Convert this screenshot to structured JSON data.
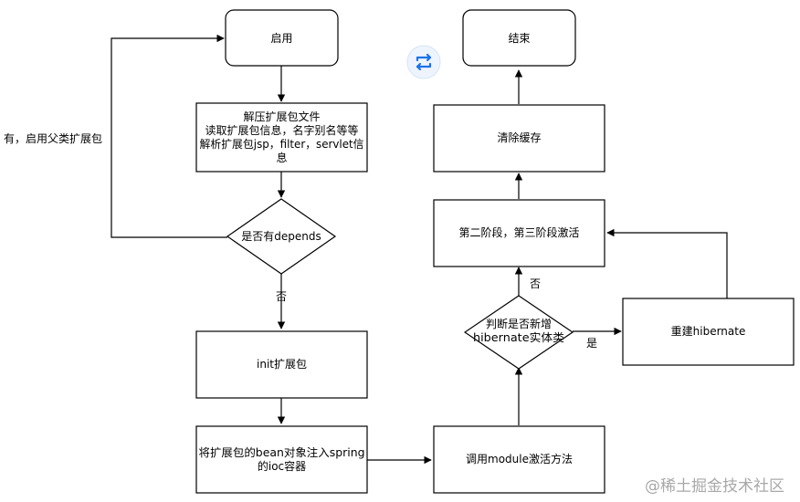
{
  "nodes": {
    "start": "启用",
    "extract_lines": [
      "解压扩展包文件",
      "读取扩展包信息，名字别名等等",
      "解析扩展包jsp，filter，servlet信",
      "息"
    ],
    "depends_question": "是否有depends",
    "init": "init扩展包",
    "inject_lines": [
      "将扩展包的bean对象注入spring",
      "的ioc容器"
    ],
    "activate_method": "调用module激活方法",
    "hibernate_question_lines": [
      "判断是否新增",
      "hibernate实体类"
    ],
    "rebuild": "重建hibernate",
    "stages": "第二阶段，第三阶段激活",
    "clear_cache": "清除缓存",
    "end": "结束"
  },
  "edge_labels": {
    "yes_parent": "有，启用父类扩展包",
    "no_depends": "否",
    "no_hibernate": "否",
    "yes_hibernate": "是"
  },
  "watermark": "@稀土掘金技术社区",
  "icons": {
    "swap": "sync-swap-icon"
  },
  "colors": {
    "stroke": "#000000",
    "swap_icon": "#1a73e8"
  }
}
